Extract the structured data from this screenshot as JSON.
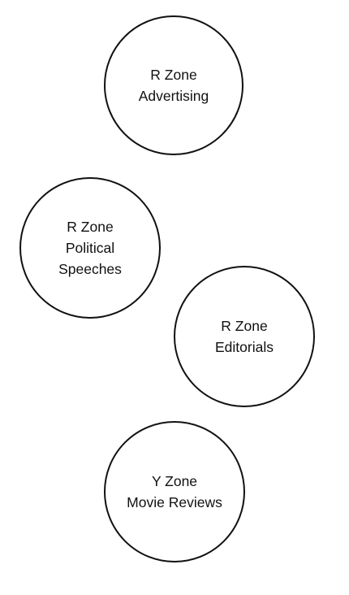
{
  "zones": [
    {
      "zone": "R Zone",
      "topic_lines": [
        "Advertising"
      ]
    },
    {
      "zone": "R Zone",
      "topic_lines": [
        "Political",
        "Speeches"
      ]
    },
    {
      "zone": "R Zone",
      "topic_lines": [
        "Editorials"
      ]
    },
    {
      "zone": "Y Zone",
      "topic_lines": [
        "Movie Reviews"
      ]
    }
  ]
}
